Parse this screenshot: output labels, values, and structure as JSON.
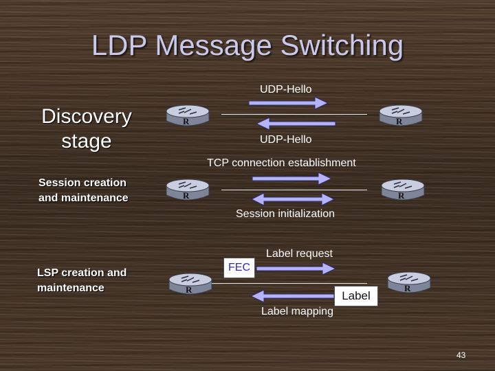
{
  "title": "LDP Message Switching",
  "stages": {
    "discovery": {
      "line1": "Discovery",
      "line2": "stage"
    },
    "session": {
      "line1": "Session creation",
      "line2": "and maintenance"
    },
    "lsp": {
      "line1": "LSP creation and",
      "line2": "maintenance"
    }
  },
  "messages": {
    "udp_hello_1": "UDP-Hello",
    "udp_hello_2": "UDP-Hello",
    "tcp_connection": "TCP connection establishment",
    "session_init": "Session initialization",
    "label_request": "Label request",
    "label_mapping": "Label mapping"
  },
  "boxes": {
    "fec": "FEC",
    "label": "Label"
  },
  "router_letter": "R",
  "page_number": "43",
  "colors": {
    "arrow": "#b3b3f5",
    "arrow_stroke": "#2a2a6a",
    "title": "#c9c9ee",
    "router_body": "#9fa5b8"
  }
}
